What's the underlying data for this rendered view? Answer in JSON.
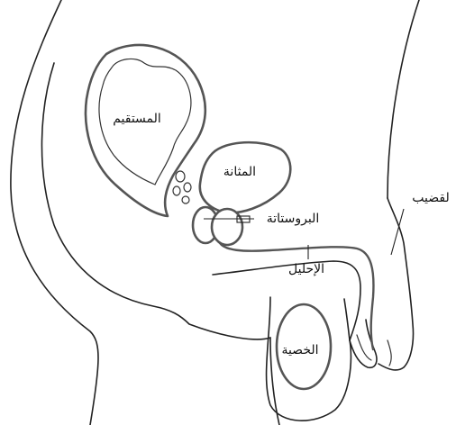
{
  "labels": {
    "rectum": "المستقيم",
    "bladder": "المثانة",
    "prostate": "البروستاتة",
    "penis": "لقضيب",
    "urethra": "الإحليل",
    "testicle": "الخصية"
  },
  "colors": {
    "background": "#ffffff",
    "line": "#222222",
    "organ_stroke": "#555555"
  }
}
